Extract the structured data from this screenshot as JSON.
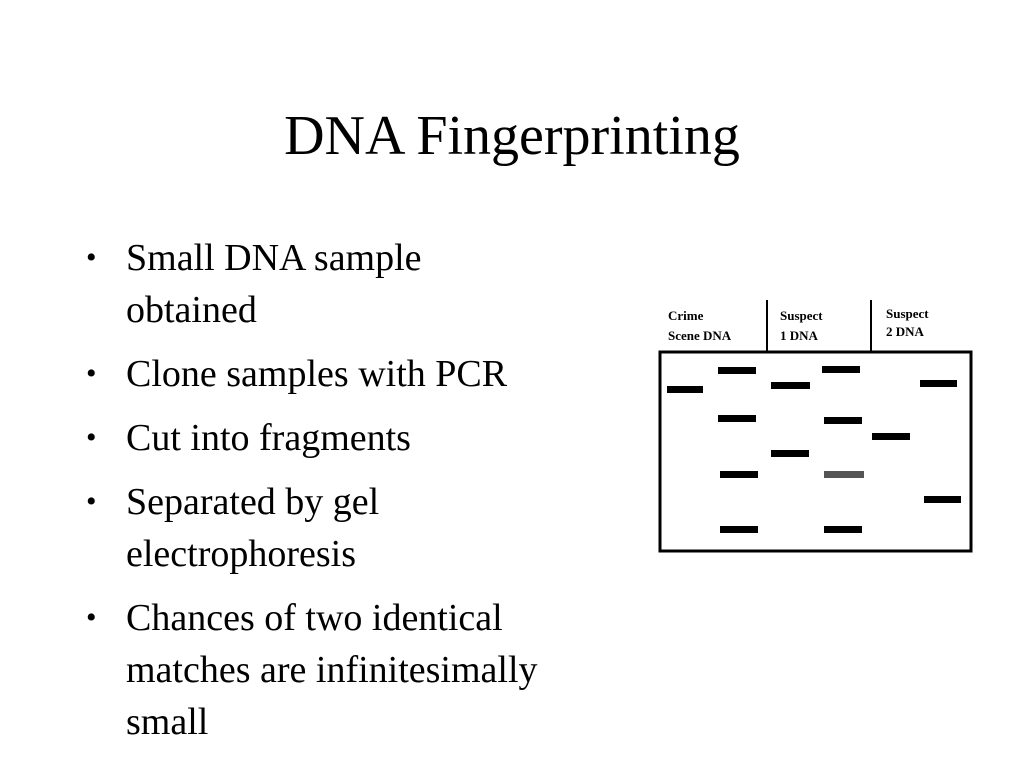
{
  "slide": {
    "title": "DNA Fingerprinting",
    "bullets": [
      {
        "line1": "Small DNA sample",
        "line2": "obtained"
      },
      {
        "line1": "Clone samples with PCR",
        "line2": ""
      },
      {
        "line1": "Cut into fragments",
        "line2": ""
      },
      {
        "line1": "Separated by gel",
        "line2": "electrophoresis"
      },
      {
        "line1": "Chances of two identical",
        "line2": "matches are infinitesimally",
        "line3": "small"
      }
    ],
    "bullet_symbol": "•"
  },
  "gel": {
    "lanes": [
      {
        "label_line1": "Crime",
        "label_line2": "Scene DNA"
      },
      {
        "label_line1": "Suspect",
        "label_line2": "1 DNA"
      },
      {
        "label_line1": "Suspect",
        "label_line2": "2 DNA"
      }
    ],
    "band_color": "#000000",
    "highlight_band_color": "#555555"
  }
}
